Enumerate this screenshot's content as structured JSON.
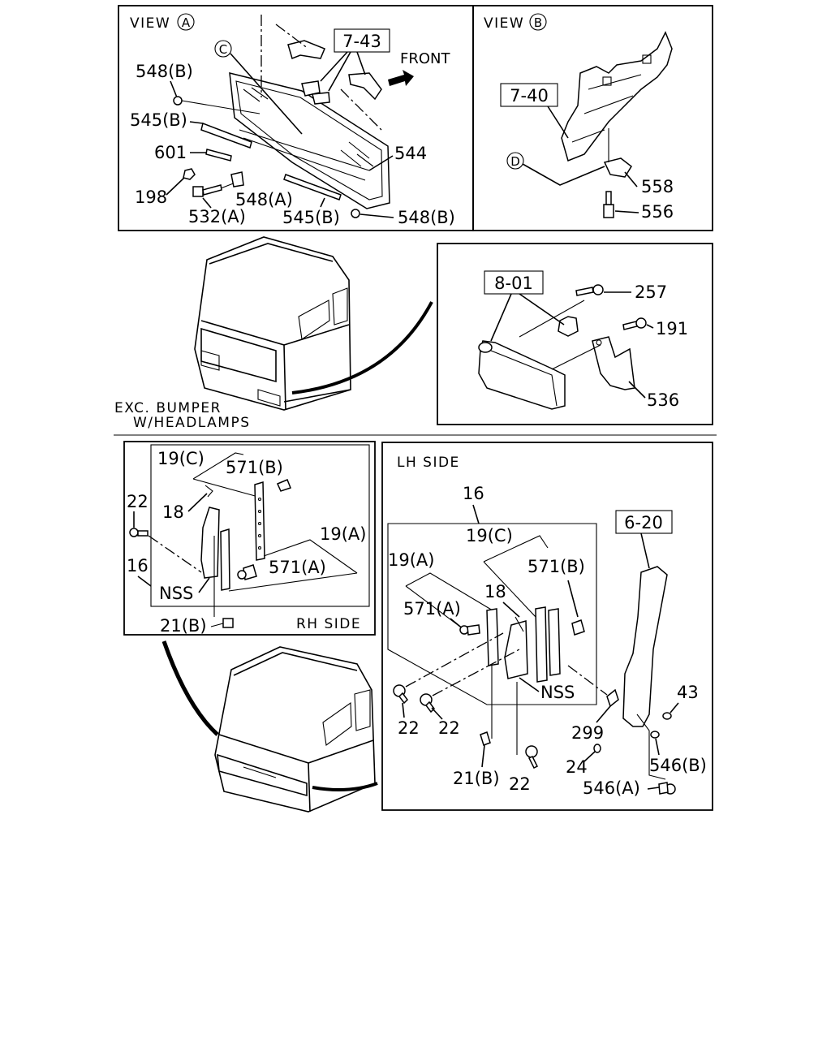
{
  "view_a": {
    "title": "VIEW",
    "marker": "A",
    "ref_box": "7-43",
    "circle_c": "C",
    "front": "FRONT",
    "labels": {
      "l548b_top": "548(B)",
      "l545b_top": "545(B)",
      "l601": "601",
      "l198": "198",
      "l532a": "532(A)",
      "l548a": "548(A)",
      "l545b_bottom": "545(B)",
      "l548b_bottom": "548(B)",
      "l544": "544"
    }
  },
  "view_b": {
    "title": "VIEW",
    "marker": "B",
    "ref_box": "7-40",
    "circle_d": "D",
    "labels": {
      "l558": "558",
      "l556": "556"
    }
  },
  "headlamp": {
    "caption_line1": "EXC. BUMPER",
    "caption_line2": "W/HEADLAMPS",
    "ref_box": "8-01",
    "labels": {
      "l257": "257",
      "l191": "191",
      "l536": "536"
    }
  },
  "rh_side": {
    "title": "RH SIDE",
    "labels": {
      "l19c": "19(C)",
      "l571b": "571(B)",
      "l18": "18",
      "l22": "22",
      "l19a": "19(A)",
      "l16": "16",
      "l571a": "571(A)",
      "lnss": "NSS",
      "l21b": "21(B)"
    }
  },
  "lh_side": {
    "title": "LH SIDE",
    "ref_box": "6-20",
    "labels": {
      "l16": "16",
      "l19c": "19(C)",
      "l19a": "19(A)",
      "l571b": "571(B)",
      "l18": "18",
      "l571a": "571(A)",
      "lnss": "NSS",
      "l43": "43",
      "l22a": "22",
      "l22b": "22",
      "l299": "299",
      "l24": "24",
      "l546b": "546(B)",
      "l21b": "21(B)",
      "l22c": "22",
      "l546a": "546(A)"
    }
  }
}
